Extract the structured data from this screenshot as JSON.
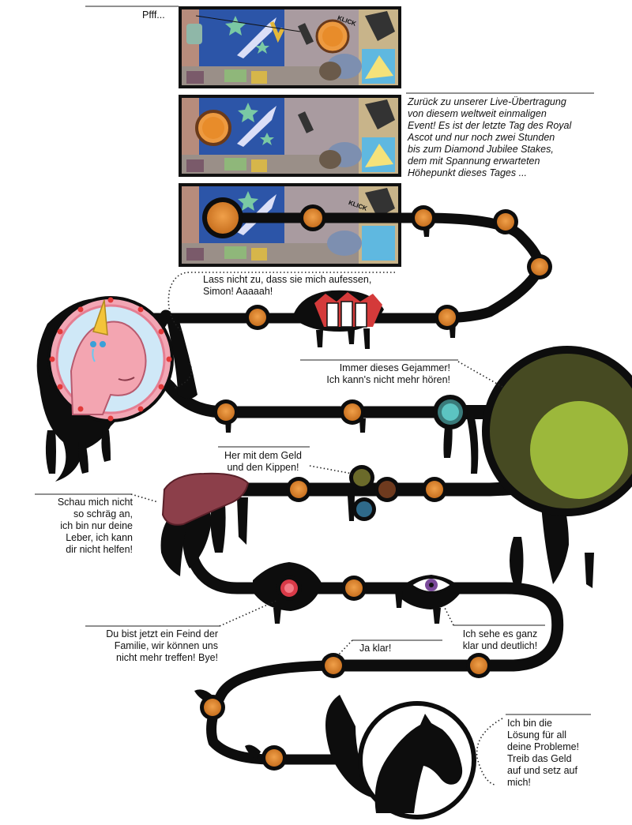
{
  "captions": {
    "pfff": "Pfff...",
    "live_broadcast": "Zurück zu unserer Live-Übertragung\nvon diesem weltweit einmaligen\nEvent! Es ist der letzte Tag des Royal\nAscot und nur noch zwei Stunden\nbis zum Diamond Jubilee Stakes,\ndem mit Spannung erwarteten\nHöhepunkt dieses Tages ...",
    "dont_let_them_eat_me": "Lass nicht zu, dass sie mich aufessen,\nSimon! Aaaaah!",
    "always_whining": "Immer dieses Gejammer!\nIch kann's nicht mehr hören!",
    "money_and_cigarettes": "Her mit dem Geld\nund den Kippen!",
    "liver": "Schau mich nicht\nso schräg an,\nich bin nur deine\nLeber, ich kann\ndir nicht helfen!",
    "enemy_of_family": "Du bist jetzt ein Feind der\nFamilie, wir können uns\nnicht mehr treffen! Bye!",
    "sure": "Ja klar!",
    "i_see_it_clearly": "Ich sehe es ganz\nklar und deutlich!",
    "horse_solution": "Ich bin die\nLösung für all\ndeine Probleme!\nTreib das Geld\nauf und setz auf\nmich!"
  },
  "panels": {
    "sign_text": "KLICK"
  },
  "colors": {
    "ink": "#0d0d0d",
    "node_orange": "#e08a2c",
    "node_rim": "#9a5a1e",
    "teal": "#5cc4c2",
    "olive_dark": "#464a22",
    "olive_light": "#9cb83b",
    "red_node": "#d93a48",
    "purple_eye": "#7a4a9a",
    "liver": "#8c3f4a",
    "unicorn_pink": "#f2a6b4",
    "unicorn_sky": "#cfe8f7",
    "panel_blue": "#2c55a8"
  }
}
